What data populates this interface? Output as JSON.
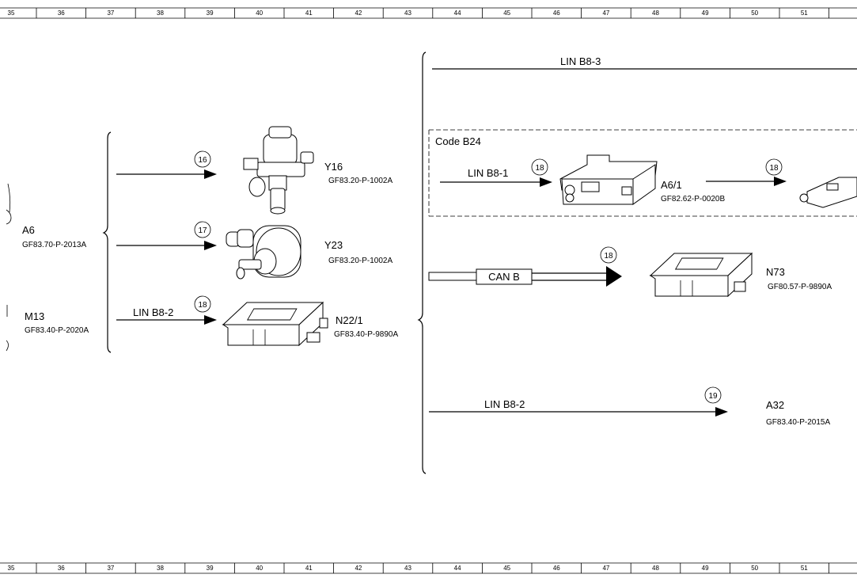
{
  "grid_numbers": [
    "35",
    "36",
    "37",
    "38",
    "39",
    "40",
    "41",
    "42",
    "43",
    "44",
    "45",
    "46",
    "47",
    "48",
    "49",
    "50",
    "51"
  ],
  "left_components": [
    {
      "id": "A6",
      "ref": "GF83.70-P-2013A"
    },
    {
      "id": "M13",
      "ref": "GF83.40-P-2020A"
    }
  ],
  "components": {
    "y16": {
      "id": "Y16",
      "ref": "GF83.20-P-1002A",
      "circle": "16"
    },
    "y23": {
      "id": "Y23",
      "ref": "GF83.20-P-1002A",
      "circle": "17"
    },
    "n22": {
      "id": "N22/1",
      "ref": "GF83.40-P-9890A",
      "circle": "18",
      "bus": "LIN B8-2"
    },
    "a61": {
      "id": "A6/1",
      "ref": "GF82.62-P-0020B",
      "circle_in": "18",
      "circle_out": "18",
      "bus": "LIN B8-1"
    },
    "n73": {
      "id": "N73",
      "ref": "GF80.57-P-9890A",
      "circle": "18",
      "bus": "CAN B"
    },
    "a32": {
      "id": "A32",
      "ref": "GF83.40-P-2015A",
      "circle": "19",
      "bus": "LIN B8-2"
    }
  },
  "lin_b83": "LIN B8-3",
  "code_box": "Code B24",
  "colors": {
    "line": "#000000",
    "background": "#ffffff"
  }
}
